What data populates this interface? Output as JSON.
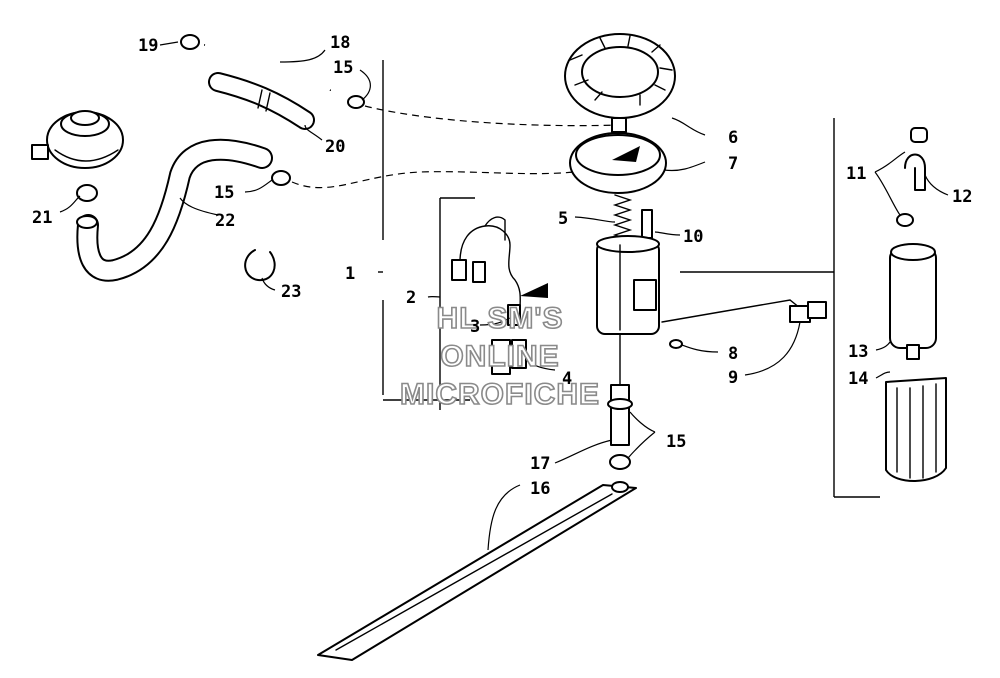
{
  "callouts": [
    "1",
    "2",
    "3",
    "4",
    "5",
    "6",
    "7",
    "8",
    "9",
    "10",
    "11",
    "12",
    "13",
    "14",
    "15",
    "15",
    "15",
    "16",
    "17",
    "18",
    "19",
    "20",
    "21",
    "22",
    "23"
  ],
  "watermark": [
    "HL SM'S",
    "ONLINE",
    "MICROFICHE"
  ],
  "icons": {
    "pump_housing": "fuel-pump-assembly-icon",
    "lock_ring": "lock-ring-icon",
    "tank": "fuel-tank-icon"
  }
}
